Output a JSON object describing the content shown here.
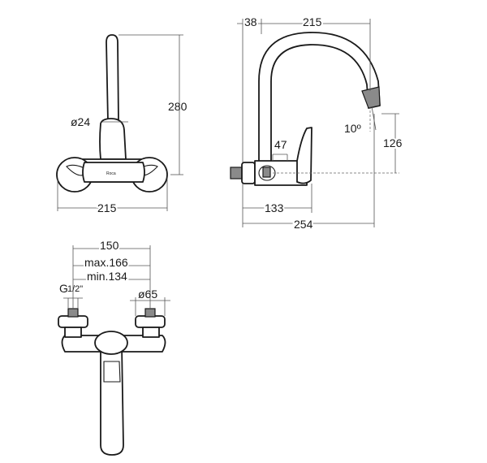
{
  "front_view": {
    "width_label": "215",
    "height_label": "280",
    "spout_diameter_label": "ø24",
    "brand_mark": "Roca"
  },
  "side_view": {
    "offset_label": "38",
    "reach_label": "215",
    "angle_label": "10º",
    "lever_label": "47",
    "outlet_height_label": "126",
    "body_depth_label": "133",
    "total_depth_label": "254"
  },
  "bottom_view": {
    "center_distance_label": "150",
    "max_label": "max.166",
    "min_label": "min.134",
    "thread_label": "G",
    "thread_fraction_label": "1/2\"",
    "flange_diameter_label": "ø65"
  }
}
